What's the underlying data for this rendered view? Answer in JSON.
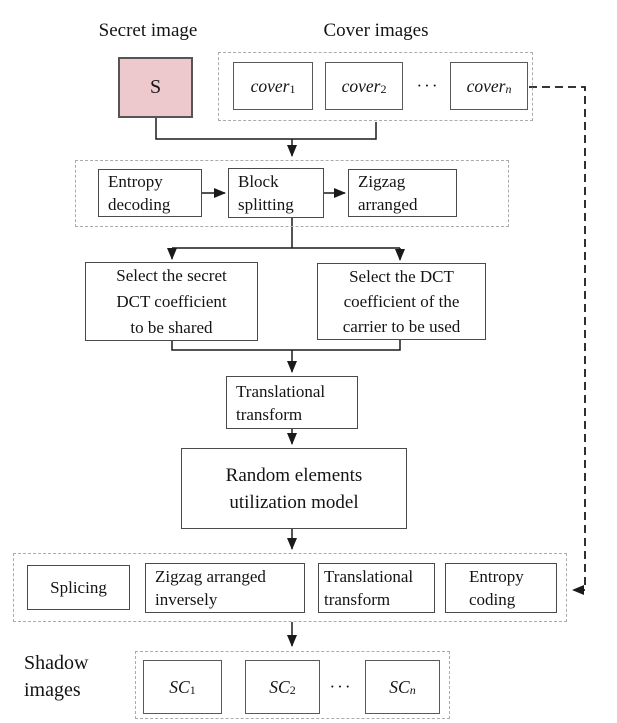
{
  "secret": {
    "label": "Secret image",
    "symbol": "S"
  },
  "cover": {
    "label": "Cover images",
    "dots": "···",
    "items": [
      {
        "base": "cover",
        "sub": "1"
      },
      {
        "base": "cover",
        "sub": "2"
      },
      {
        "base": "cover",
        "sub": "n"
      }
    ]
  },
  "preprocess": {
    "entropy_decoding": {
      "lines": [
        "Entropy",
        "decoding"
      ]
    },
    "block_splitting": {
      "lines": [
        "Block",
        "splitting"
      ]
    },
    "zigzag_arranged": {
      "lines": [
        "Zigzag",
        "arranged"
      ]
    }
  },
  "select_secret": {
    "lines": [
      "Select the secret",
      "DCT coefficient",
      "to be shared"
    ]
  },
  "select_carrier": {
    "lines": [
      "Select the DCT",
      "coefficient of the",
      "carrier to be used"
    ]
  },
  "translational_transform": {
    "lines": [
      "Translational",
      "transform"
    ]
  },
  "random_elements": {
    "lines": [
      "Random elements",
      "utilization model"
    ]
  },
  "postprocess": {
    "splicing": {
      "lines": [
        "Splicing"
      ]
    },
    "zigzag_inverse": {
      "lines": [
        "Zigzag arranged",
        "inversely"
      ]
    },
    "translational": {
      "lines": [
        "Translational",
        "transform"
      ]
    },
    "entropy_coding": {
      "lines": [
        "Entropy",
        "coding"
      ]
    }
  },
  "shadow": {
    "label": "Shadow images",
    "dots": "···",
    "items": [
      {
        "base": "SC",
        "sub": "1"
      },
      {
        "base": "SC",
        "sub": "2"
      },
      {
        "base": "SC",
        "sub": "n"
      }
    ]
  },
  "colors": {
    "secret_fill": "#edc9cd",
    "box_border": "#4a4a4a",
    "dashed_border": "#ababab",
    "line": "#1a1a1a"
  }
}
